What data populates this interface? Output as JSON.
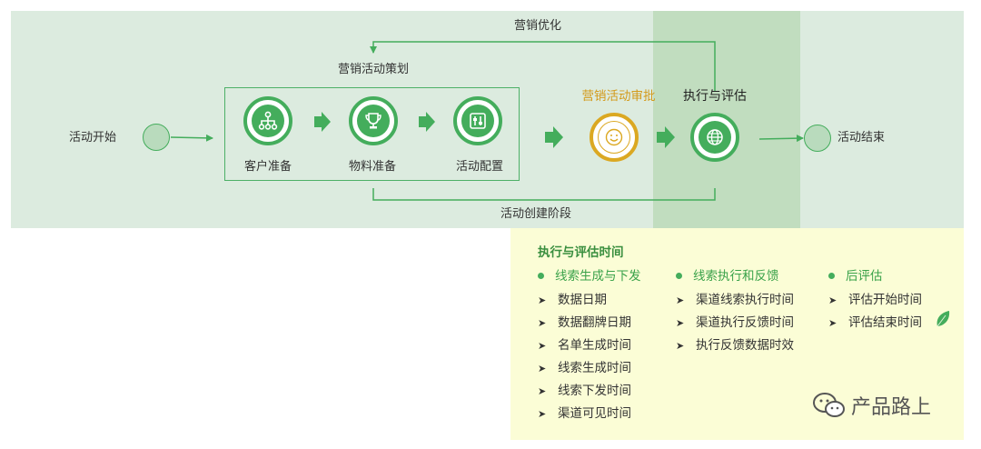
{
  "top_loop_label": "营销优化",
  "planning_label": "营销活动策划",
  "bottom_loop_label": "活动创建阶段",
  "start_label": "活动开始",
  "end_label": "活动结束",
  "nodes": {
    "customer_prep": "客户准备",
    "material_prep": "物料准备",
    "activity_config": "活动配置",
    "approval": "营销活动审批",
    "execute_eval": "执行与评估"
  },
  "timing": {
    "title": "执行与评估时间",
    "columns": [
      {
        "heading": "线索生成与下发",
        "items": [
          "数据日期",
          "数据翻牌日期",
          "名单生成时间",
          "线索生成时间",
          "线索下发时间",
          "渠道可见时间"
        ]
      },
      {
        "heading": "线索执行和反馈",
        "items": [
          "渠道线索执行时间",
          "渠道执行反馈时间",
          "执行反馈数据时效"
        ]
      },
      {
        "heading": "后评估",
        "items": [
          "评估开始时间",
          "评估结束时间"
        ]
      }
    ]
  },
  "watermark": "产品路上",
  "colors": {
    "band_green": "#dcebdf",
    "exec_band_green": "#c1ddbf",
    "node_green": "#44ad5c",
    "approval_gold": "#dba822",
    "timing_yellow": "#fbfdd6"
  },
  "icons": {
    "customer_prep": "org-chart-icon",
    "material_prep": "trophy-icon",
    "activity_config": "config-panel-icon",
    "approval": "smiley-icon",
    "execute_eval": "globe-icon",
    "watermark": "wechat-icon",
    "decoration": "leaf-icon"
  }
}
